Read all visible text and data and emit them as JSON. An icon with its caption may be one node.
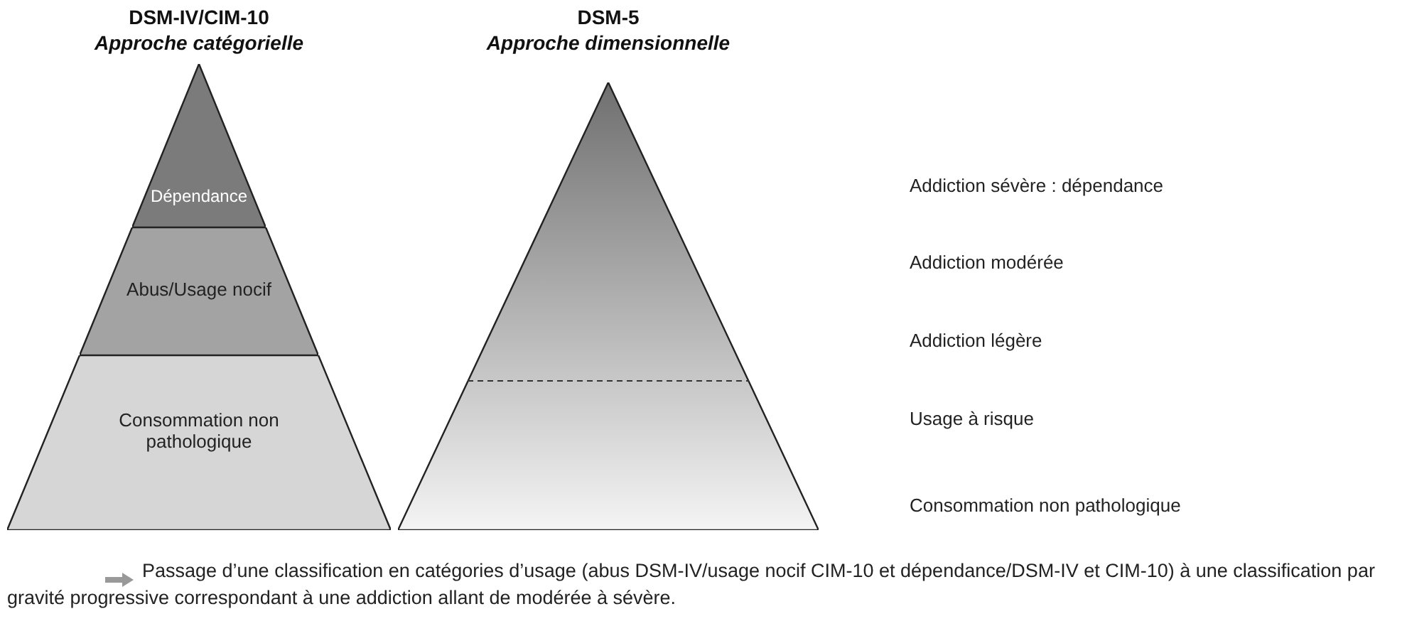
{
  "diagram": {
    "caption": "Passage d’une classification en catégories d’usage (abus DSM-IV/usage nocif CIM-10 et dépendance/DSM-IV et CIM-10) à une classification par gravité progressive correspondant à une addiction allant de modérée à sévère.",
    "nodes": [
      {
        "text": [
          "Dépendance"
        ]
      },
      {
        "text": [
          "Abus/Usage nocif"
        ]
      },
      {
        "text": [
          "Consommation non pathologique"
        ]
      },
      {
        "text": [],
        "shape": "triangle"
      }
    ],
    "labels": [
      "DSM-IV/CIM-10",
      "Approche catégorielle",
      "DSM-5",
      "Approche dimensionnelle",
      "Addiction sévère : dépendance",
      "Addiction modérée",
      "Addiction légère",
      "Usage à risque",
      "Consommation non pathologique"
    ]
  }
}
